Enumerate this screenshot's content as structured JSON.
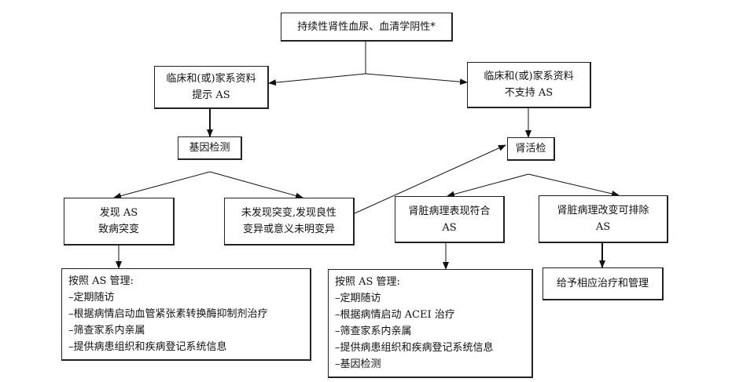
{
  "nodes": {
    "start": {
      "line1": "持续性肾性血尿、血清学阴性*"
    },
    "as_suggested": {
      "line1": "临床和(或)家系资料",
      "line2": "提示 AS"
    },
    "as_not_supported": {
      "line1": "临床和(或)家系资料",
      "line2": "不支持 AS"
    },
    "gene_test": {
      "line1": "基因检测"
    },
    "renal_biopsy": {
      "line1": "肾活检"
    },
    "pathogenic": {
      "line1": "发现 AS",
      "line2": "致病突变"
    },
    "no_mutation": {
      "line1": "未发现突变,发现良性",
      "line2": "变异或意义未明变异"
    },
    "pathology_consistent": {
      "line1": "肾脏病理表现符合",
      "line2": "AS"
    },
    "pathology_excludes": {
      "line1": "肾脏病理改变可排除",
      "line2": "AS"
    },
    "manage_left": {
      "title": "按照 AS 管理:",
      "items": [
        "–定期随访",
        "–根据病情启动血管紧张素转换酶抑制剂治疗",
        "–筛查家系内亲属",
        "–提供病患组织和疾病登记系统信息"
      ]
    },
    "manage_mid": {
      "title": "按照 AS 管理:",
      "items": [
        "–定期随访",
        "–根据病情启动 ACEI 治疗",
        "–筛查家系内亲属",
        "–提供病患组织和疾病登记系统信息",
        "–基因检测"
      ]
    },
    "treat_right": {
      "line1": "给予相应治疗和管理"
    }
  }
}
